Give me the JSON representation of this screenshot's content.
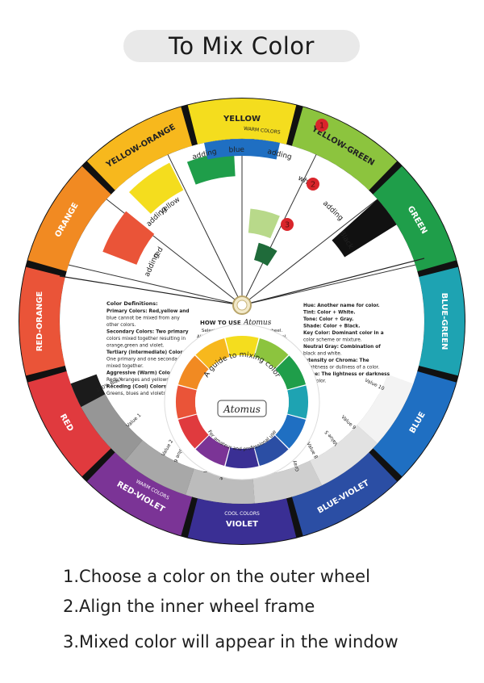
{
  "title": "To Mix Color",
  "outer_ring": [
    {
      "label": "YELLOW",
      "color": "#f4dd1e",
      "text": "#222"
    },
    {
      "label": "YELLOW-GREEN",
      "color": "#8cc43e",
      "text": "#222"
    },
    {
      "label": "GREEN",
      "color": "#1f9e4a",
      "text": "#fff"
    },
    {
      "label": "BLUE-GREEN",
      "color": "#1ea3b2",
      "text": "#fff"
    },
    {
      "label": "BLUE",
      "color": "#1f6fc2",
      "text": "#fff"
    },
    {
      "label": "BLUE-VIOLET",
      "color": "#2b4ea4",
      "text": "#fff"
    },
    {
      "label": "VIOLET",
      "color": "#3a2f94",
      "text": "#fff"
    },
    {
      "label": "RED-VIOLET",
      "color": "#7b3496",
      "text": "#fff"
    },
    {
      "label": "RED",
      "color": "#e03a3e",
      "text": "#fff"
    },
    {
      "label": "RED-ORANGE",
      "color": "#ea5438",
      "text": "#fff"
    },
    {
      "label": "ORANGE",
      "color": "#f18a22",
      "text": "#fff"
    },
    {
      "label": "YELLOW-ORANGE",
      "color": "#f7b81d",
      "text": "#222"
    }
  ],
  "warm_colors_label": "WARM COLORS",
  "cool_colors_label": "COOL COLORS",
  "mixing_words": [
    "adding",
    "red",
    "adding",
    "yellow",
    "adding",
    "blue",
    "adding",
    "white",
    "adding",
    "Black"
  ],
  "left_values": [
    "100% Black",
    "Value 1",
    "Value 2",
    "Value 3",
    "Value 4",
    "Gray Scale",
    "Value 5"
  ],
  "right_values": [
    "Value 10",
    "Value 9",
    "Value 8",
    "Value 7",
    "Gray Scale",
    "Value 6"
  ],
  "color_definitions": {
    "heading": "Color Definitions:",
    "lines": [
      "Primary Colors: Red,yellow and",
      "blue cannot be mixed from any",
      "other colors.",
      "Secondary Colors: Two primary",
      "colors mixed together resulting in",
      "orange,green and violet.",
      "Tertiary (Intermediate) Colors:",
      "One primary and one secondary",
      "mixed together.",
      "Aggressive (Warm) Colors:",
      "Reds, oranges and yellows.",
      "Receding (Cool) Colors:",
      "Greens, blues and violets."
    ]
  },
  "hue_definitions": {
    "lines": [
      "Hue: Another name for color.",
      "Tint: Color + White.",
      "Tone: Color + Gray.",
      "Shade: Color + Black.",
      "Key Color: Dominant color in a",
      "color scheme or mixture.",
      "Neutral Gray: Combination of",
      "black and white.",
      "Intensity or Chroma: The",
      "brightness or dullness of a color.",
      "Value: The lightness or darkness",
      "of a color."
    ]
  },
  "how_to_use": {
    "heading": "HOW TO USE",
    "brand": "Atomus",
    "lines": [
      "Select a color on the outside wheel.",
      "Align it with a color on the inside wheel.",
      "The mixture appears in the window."
    ]
  },
  "inner_wheel": {
    "arc_title": "A guide to mixing color",
    "arc_bottom": "For amateur and professional use",
    "brand": "Atomus",
    "colors": [
      "#f4dd1e",
      "#8cc43e",
      "#1f9e4a",
      "#1ea3b2",
      "#1f6fc2",
      "#2b4ea4",
      "#3a2f94",
      "#7b3496",
      "#e03a3e",
      "#ea5438",
      "#f18a22",
      "#f7b81d"
    ]
  },
  "markers": [
    "1",
    "2",
    "3"
  ],
  "instructions": [
    "1.Choose a color on the outer wheel",
    "2.Align the inner wheel frame",
    "3.Mixed color will appear in the window"
  ]
}
